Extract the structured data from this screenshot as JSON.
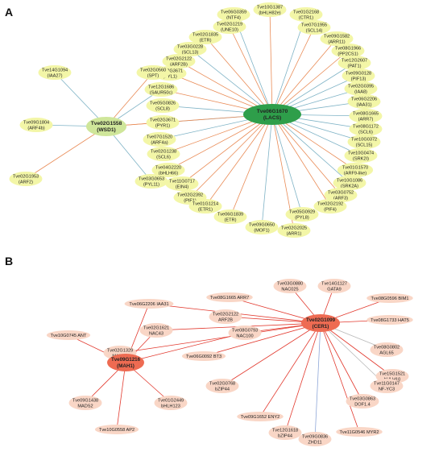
{
  "panels": [
    {
      "letter": "A",
      "colors": {
        "node": "#f3f6a7",
        "hub_main": "#2e9e4a",
        "hub_second": "#cfe69a",
        "edge_blue": "#7fb3c6",
        "edge_orange": "#e98b56"
      },
      "hubs": [
        {
          "id": "hubA1",
          "lines": [
            "Tve06G1670",
            "(LACS)"
          ]
        },
        {
          "id": "hubA2",
          "lines": [
            "Tve02G1558",
            "(WSD1)"
          ]
        }
      ],
      "nodes": [
        {
          "id": "a1",
          "lines": [
            "Tve06G0359",
            "(NTF4)"
          ]
        },
        {
          "id": "a2",
          "lines": [
            "Tve10G1387",
            "(bHLH82e)"
          ]
        },
        {
          "id": "a3",
          "lines": [
            "Tve01G2168",
            "(CTR1)"
          ]
        },
        {
          "id": "a4",
          "lines": [
            "Tve02G1219",
            "(UNE10)"
          ]
        },
        {
          "id": "a5",
          "lines": [
            "Tve07G1955",
            "(SCL14)"
          ]
        },
        {
          "id": "a6",
          "lines": [
            "Tve02G1835",
            "(ETR)"
          ]
        },
        {
          "id": "a7",
          "lines": [
            "Tve09G1582",
            "(ARR11)"
          ]
        },
        {
          "id": "a8",
          "lines": [
            "Tve03G0228",
            "(SCL13)"
          ]
        },
        {
          "id": "a9",
          "lines": [
            "Tve08G1966",
            "(PP2CS1)"
          ]
        },
        {
          "id": "a10",
          "lines": [
            "Tve02G2122",
            "(ARF2B)"
          ]
        },
        {
          "id": "a11",
          "lines": [
            "Tve12G2607",
            "(PAT1)"
          ]
        },
        {
          "id": "a12",
          "lines": [
            "Tve02G3671",
            "(PYL1)"
          ]
        },
        {
          "id": "a13",
          "lines": [
            "Tve09G0128",
            "(PIF13)"
          ]
        },
        {
          "id": "a14",
          "lines": [
            "Tve02G0395",
            "(IAA8)"
          ]
        },
        {
          "id": "a15",
          "lines": [
            "Tve12G1686",
            "(SAUR50c)"
          ]
        },
        {
          "id": "a16",
          "lines": [
            "Tve06G2206",
            "(IAA31)"
          ]
        },
        {
          "id": "a17",
          "lines": [
            "Tve05G0826",
            "(SCL8)"
          ]
        },
        {
          "id": "a18",
          "lines": [
            "Tve08G1665",
            "(ARR7)"
          ]
        },
        {
          "id": "a19",
          "lines": [
            "Tve02G3671",
            "(PYR1)"
          ]
        },
        {
          "id": "a20",
          "lines": [
            "Tve08G1172",
            "(SCL6)"
          ]
        },
        {
          "id": "a21",
          "lines": [
            "Tve07G1520",
            "(ARF4a)"
          ]
        },
        {
          "id": "a22",
          "lines": [
            "Tve10G0372",
            "(SCL15)"
          ]
        },
        {
          "id": "a23",
          "lines": [
            "Tve02G1238",
            "(SCL6)"
          ]
        },
        {
          "id": "a24",
          "lines": [
            "Tve10G0474",
            "(SRK2I)"
          ]
        },
        {
          "id": "a25",
          "lines": [
            "Tve04G2220",
            "(bHLH66)"
          ]
        },
        {
          "id": "a26",
          "lines": [
            "Tve01G1570",
            "(ARF9-like)"
          ]
        },
        {
          "id": "a27",
          "lines": [
            "Tve11G0717",
            "(EIN4)"
          ]
        },
        {
          "id": "a28",
          "lines": [
            "Tve10G1086",
            "(SRK2A)"
          ]
        },
        {
          "id": "a29",
          "lines": [
            "Tve02G2392",
            "(PIF1)"
          ]
        },
        {
          "id": "a30",
          "lines": [
            "Tve03G0752",
            "(ARF3)"
          ]
        },
        {
          "id": "a31",
          "lines": [
            "Tve01G1214",
            "(ETR1)"
          ]
        },
        {
          "id": "a32",
          "lines": [
            "Tve02G2192",
            "(PIF4)"
          ]
        },
        {
          "id": "a33",
          "lines": [
            "Tve06G1839",
            "(ETR)"
          ]
        },
        {
          "id": "a34",
          "lines": [
            "Tve05G0929",
            "(PYL8)"
          ]
        },
        {
          "id": "a35",
          "lines": [
            "Tve09G0650",
            "(MOF1)"
          ]
        },
        {
          "id": "a36",
          "lines": [
            "Tve02G2025",
            "(ARR1)"
          ]
        },
        {
          "id": "a37",
          "lines": [
            "Tve14G1094",
            "(IAA27)"
          ]
        },
        {
          "id": "a38",
          "lines": [
            "Tve02G0560",
            "(SPT)"
          ]
        },
        {
          "id": "a39",
          "lines": [
            "Tve09G1804",
            "(ARF4b)"
          ]
        },
        {
          "id": "a40",
          "lines": [
            "Tve02G1953",
            "(ARF2)"
          ]
        },
        {
          "id": "a41",
          "lines": [
            "Tve03G0653",
            "(PYL11)"
          ]
        }
      ]
    },
    {
      "letter": "B",
      "colors": {
        "node": "#f9d6c6",
        "hub": "#ee6b52",
        "edge_red": "#e23a2f",
        "edge_grey": "#b8b8b8",
        "edge_blue": "#8fa7d8"
      },
      "hubs": [
        {
          "id": "hubB1",
          "lines": [
            "Tve02G1099",
            "(CER1)"
          ]
        },
        {
          "id": "hubB2",
          "lines": [
            "Tve09G1216",
            "(MAH1)"
          ]
        }
      ],
      "nodes": [
        {
          "id": "b1",
          "lines": [
            "Tve03G0880",
            "NAC025"
          ]
        },
        {
          "id": "b2",
          "lines": [
            "Tve14G1127",
            "GATA9"
          ]
        },
        {
          "id": "b3",
          "lines": [
            "Tve08G1665 ARR7"
          ]
        },
        {
          "id": "b4",
          "lines": [
            "Tve08G0596 BIM1"
          ]
        },
        {
          "id": "b5",
          "lines": [
            "Tve06G2206 IAA31"
          ]
        },
        {
          "id": "b6",
          "lines": [
            "Tve02G2122",
            "ARF2B"
          ]
        },
        {
          "id": "b7",
          "lines": [
            "Tve08G1733 HAT5"
          ]
        },
        {
          "id": "b8",
          "lines": [
            "Tve02G1621",
            "NAC43"
          ]
        },
        {
          "id": "b9",
          "lines": [
            "Tve10G0745 ANT"
          ]
        },
        {
          "id": "b10",
          "lines": [
            "Tve08G0793",
            "NAC100"
          ]
        },
        {
          "id": "b11",
          "lines": [
            "Tve08G0802",
            "AGL65"
          ]
        },
        {
          "id": "b12",
          "lines": [
            "Tve02G1329",
            "MADS3"
          ]
        },
        {
          "id": "b13",
          "lines": [
            "Tve06G0092 BT3"
          ]
        },
        {
          "id": "b14",
          "lines": [
            "Tve15G1521",
            "bHLH10"
          ]
        },
        {
          "id": "b15",
          "lines": [
            "Tve02G0768",
            "bZIP44"
          ]
        },
        {
          "id": "b16",
          "lines": [
            "Tve11G0147",
            "NF-YC3"
          ]
        },
        {
          "id": "b17",
          "lines": [
            "Tve03G0863",
            "DOF1.4"
          ]
        },
        {
          "id": "b18",
          "lines": [
            "Tve09G1652 ENY2"
          ]
        },
        {
          "id": "b19",
          "lines": [
            "Tve12G1618",
            "bZIP44"
          ]
        },
        {
          "id": "b20",
          "lines": [
            "Tve09G0836",
            "ZHD11"
          ]
        },
        {
          "id": "b21",
          "lines": [
            "Tve11G0546 MYR2"
          ]
        },
        {
          "id": "b22",
          "lines": [
            "Tve09G1438",
            "MADS2"
          ]
        },
        {
          "id": "b23",
          "lines": [
            "Tve01G2449",
            "bHLH123"
          ]
        },
        {
          "id": "b24",
          "lines": [
            "Tve10G0558 AP2"
          ]
        }
      ]
    }
  ]
}
